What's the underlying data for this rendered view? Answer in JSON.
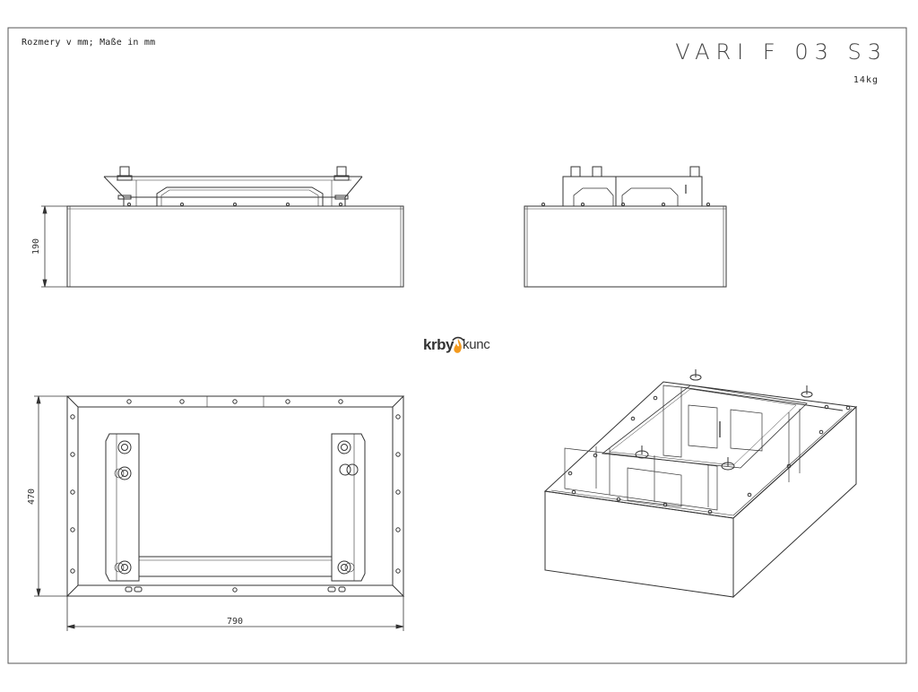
{
  "header": {
    "units_note": "Rozmery v mm; Maße in mm",
    "product_name": "VARI F 03 S3",
    "weight": "14kg"
  },
  "dimensions": {
    "height": "190",
    "depth": "470",
    "width": "790"
  },
  "logo": {
    "left_word": "krby",
    "right_word": "kunc",
    "flame_color": "#f39a1e"
  },
  "colors": {
    "line": "#333333",
    "frame": "#555555"
  }
}
